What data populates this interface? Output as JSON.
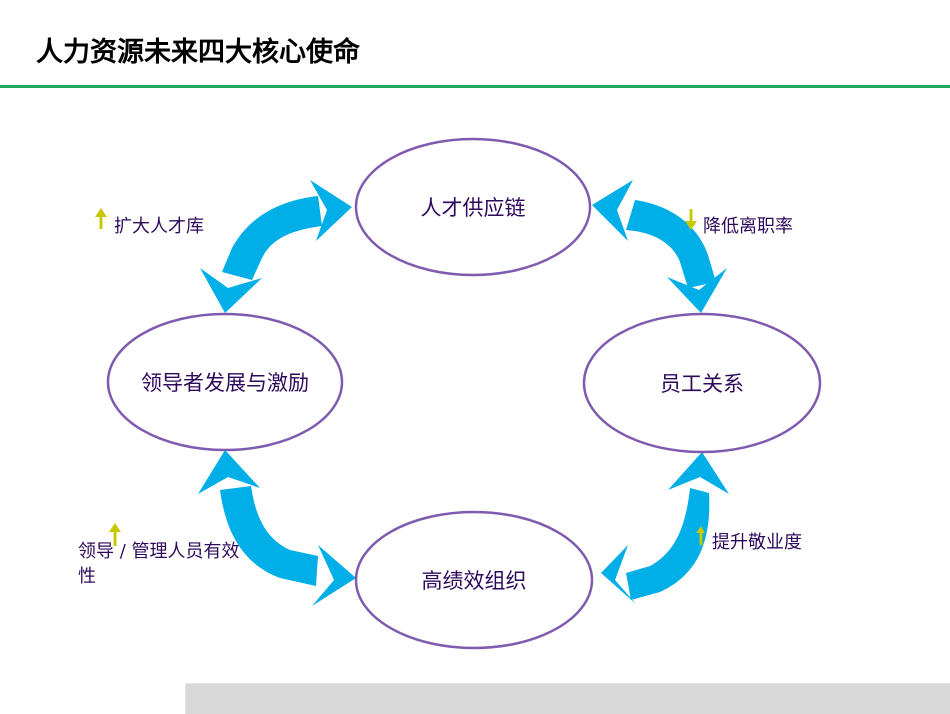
{
  "title": "人力资源未来四大核心使命",
  "colors": {
    "rule": "#1fa85a",
    "ellipse_stroke": "#7f5bb0",
    "arrow": "#00aee8",
    "indicator": "#c8c800",
    "text": "#2e0a5c",
    "footer": "#d9d9d9"
  },
  "nodes": [
    {
      "id": "talent-supply-chain",
      "label": "人才供应链"
    },
    {
      "id": "leadership-development",
      "label": "领导者发展与激励"
    },
    {
      "id": "employee-relations",
      "label": "员工关系"
    },
    {
      "id": "high-performance-org",
      "label": "高绩效组织"
    }
  ],
  "annotations": [
    {
      "id": "expand-talent-pool",
      "label": "扩大人才库",
      "indicator": "up-arrow"
    },
    {
      "id": "reduce-turnover",
      "label": "降低离职率",
      "indicator": "down-arrow"
    },
    {
      "id": "management-effectiveness",
      "label": "领导 / 管理人员有效性",
      "indicator": "up-arrow"
    },
    {
      "id": "improve-engagement",
      "label": "提升敬业度",
      "indicator": "up-arrow"
    }
  ],
  "connections": [
    {
      "from": "talent-supply-chain",
      "to": "leadership-development",
      "type": "bidirectional"
    },
    {
      "from": "talent-supply-chain",
      "to": "employee-relations",
      "type": "bidirectional"
    },
    {
      "from": "leadership-development",
      "to": "high-performance-org",
      "type": "bidirectional"
    },
    {
      "from": "employee-relations",
      "to": "high-performance-org",
      "type": "bidirectional"
    }
  ]
}
